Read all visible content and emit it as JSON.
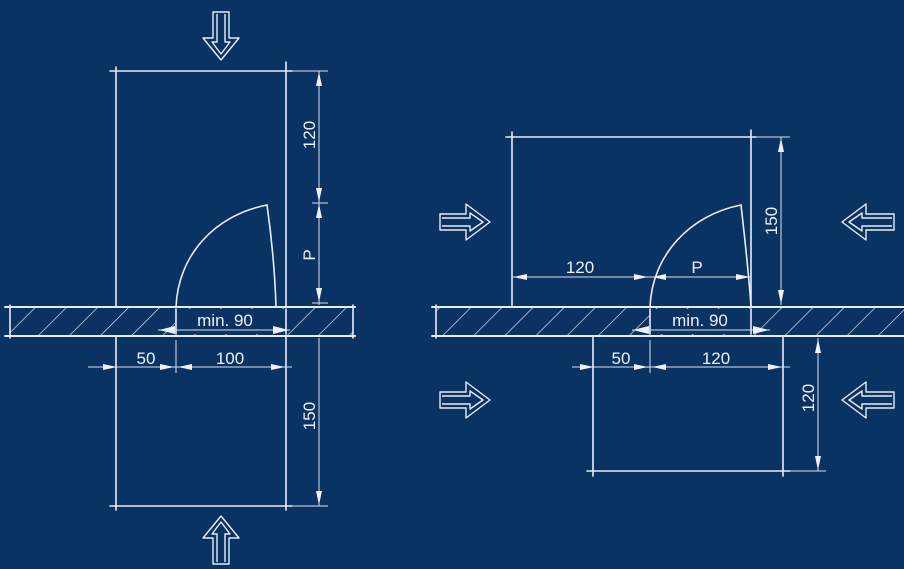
{
  "colors": {
    "background": "#0a3363",
    "line": "#e8edf5"
  },
  "left_drawing": {
    "dim_top_room": "120",
    "dim_passage": "P",
    "dim_opening": "min. 90",
    "dim_offset": "50",
    "dim_door_clear": "100",
    "dim_bottom_room": "150",
    "flow_arrow_icons": [
      "hollow-arrow-down-icon",
      "hollow-arrow-up-icon"
    ]
  },
  "right_drawing": {
    "dim_top_height": "150",
    "dim_top_left": "120",
    "dim_passage": "P",
    "dim_opening": "min. 90",
    "dim_offset": "50",
    "dim_bottom_width": "120",
    "dim_bottom_height": "120",
    "flow_arrow_icons": [
      "hollow-arrow-right-icon",
      "hollow-arrow-left-icon"
    ]
  }
}
